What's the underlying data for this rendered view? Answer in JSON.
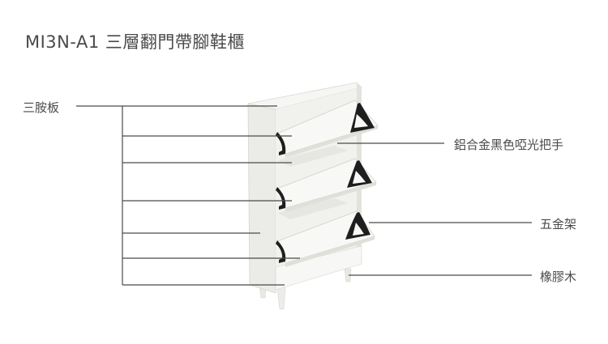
{
  "title": "MI3N-A1 三層翻門帶腳鞋櫃",
  "callouts": {
    "left": {
      "label": "三胺板",
      "target_count": 7
    },
    "right": [
      {
        "id": "handle",
        "label": "鋁合金黑色啞光把手"
      },
      {
        "id": "hardware",
        "label": "五金架"
      },
      {
        "id": "legs",
        "label": "橡膠木"
      }
    ]
  },
  "colors": {
    "text": "#4a4a4a",
    "line": "#4a4a4a",
    "cabinet": "#f3f3f0",
    "cabinet_shade": "#dcdcd6",
    "handle": "#1e1e1e",
    "background": "#ffffff"
  }
}
